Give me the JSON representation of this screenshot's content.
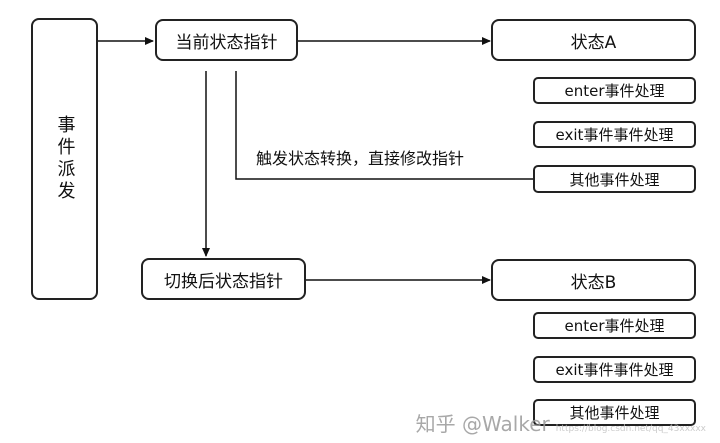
{
  "dispatcher": {
    "label": "事件派发"
  },
  "pointers": {
    "current": "当前状态指针",
    "after_switch": "切换后状态指针"
  },
  "note": "触发状态转换，直接修改指针",
  "state_a": {
    "title": "状态A",
    "handlers": [
      "enter事件处理",
      "exit事件事件处理",
      "其他事件处理"
    ]
  },
  "state_b": {
    "title": "状态B",
    "handlers": [
      "enter事件处理",
      "exit事件事件处理",
      "其他事件处理"
    ]
  },
  "watermark": {
    "text": "知乎 @Walker",
    "url": "https://blog.csdn.net/qq_43xxxxx"
  }
}
